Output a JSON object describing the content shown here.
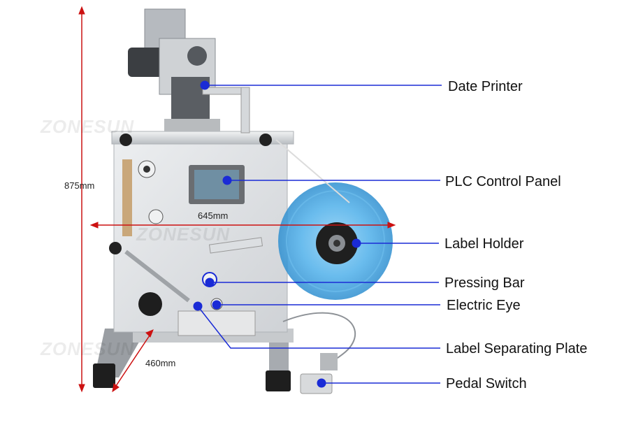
{
  "watermark": "ZONESUN",
  "dimensions": {
    "height": "875mm",
    "width": "645mm",
    "depth": "460mm"
  },
  "callouts": [
    {
      "id": "date-printer",
      "label": "Date Printer"
    },
    {
      "id": "plc-control-panel",
      "label": "PLC Control Panel"
    },
    {
      "id": "label-holder",
      "label": "Label Holder"
    },
    {
      "id": "pressing-bar",
      "label": "Pressing Bar"
    },
    {
      "id": "electric-eye",
      "label": "Electric Eye"
    },
    {
      "id": "label-separating-plate",
      "label": "Label Separating Plate"
    },
    {
      "id": "pedal-switch",
      "label": "Pedal Switch"
    }
  ],
  "colors": {
    "callout_line": "#1a2bd6",
    "callout_dot": "#1a2bd6",
    "dimension_arrow": "#cc1111",
    "plate": "#d9dbde",
    "roll": "#3aa0e0"
  }
}
